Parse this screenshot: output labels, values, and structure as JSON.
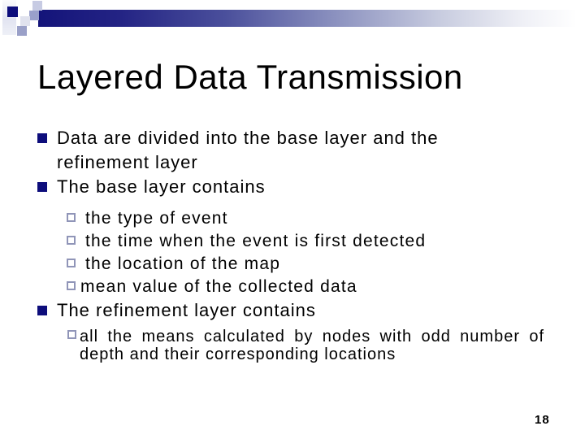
{
  "slide": {
    "title": "Layered Data Transmission",
    "page_number": "18",
    "bullets": {
      "item1": "Data are divided into the base layer and the refinement layer",
      "item2": "The base layer contains",
      "item2_sub": [
        "the type of event",
        "the time when the event is first detected",
        "the location of the map",
        "mean value of the collected data"
      ],
      "item3": "The refinement layer contains",
      "item3_sub": [
        "all the means calculated by nodes with odd number of depth and their corresponding locations"
      ]
    },
    "icons": {
      "bullet_level1": "filled-square-icon",
      "bullet_level2": "hollow-square-icon"
    },
    "colors": {
      "background": "#ffffff",
      "text": "#000000",
      "bullet_level1_fill": "#0d0d7b",
      "bullet_level2_border": "#9095b8",
      "header_bar_start": "#14147a",
      "header_bar_end": "#ffffff",
      "deco_navy_square": "#0d0d7c"
    }
  }
}
